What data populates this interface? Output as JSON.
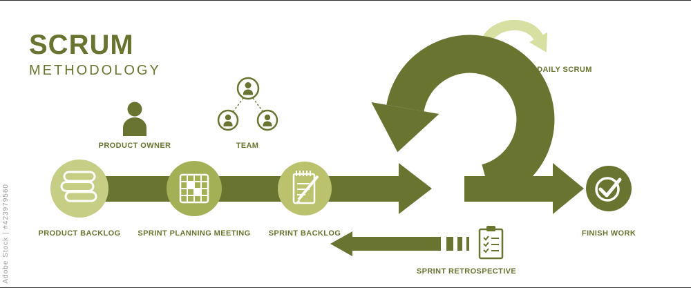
{
  "title": {
    "main": "SCRUM",
    "sub": "METHODOLOGY"
  },
  "watermark": "Adobe Stock | #423979560",
  "colors": {
    "olive": "#697431",
    "light_green": "#c6cd85",
    "mid_green": "#a4b056",
    "soft_green": "#bac26d",
    "pale_green": "#d7dfa3",
    "label": "#697431",
    "watermark_gray": "#9b9b9b",
    "background": "#ffffff"
  },
  "roles": {
    "product_owner": {
      "label": "PRODUCT OWNER",
      "icon": "person-icon"
    },
    "team": {
      "label": "TEAM",
      "icon": "team-org-icon"
    }
  },
  "steps": [
    {
      "label": "PRODUCT BACKLOG",
      "icon": "backlog-stack-icon"
    },
    {
      "label": "SPRINT PLANNING MEETING",
      "icon": "calendar-grid-icon"
    },
    {
      "label": "SPRINT BACKLOG",
      "icon": "notepad-pencil-icon"
    }
  ],
  "loop": {
    "label": "DAILY SCRUM",
    "icon": "loop-arrow-icon"
  },
  "retrospective": {
    "label": "SPRINT RETROSPECTIVE",
    "icon": "clipboard-checklist-icon"
  },
  "finish": {
    "label": "FINISH WORK",
    "icon": "check-circle-icon"
  }
}
